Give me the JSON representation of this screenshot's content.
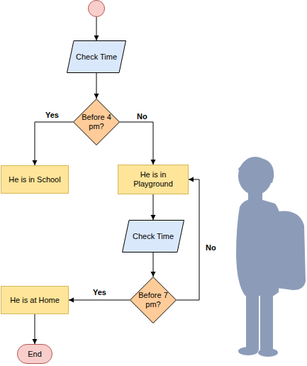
{
  "diagram": {
    "nodes": [
      {
        "text": [
          "Check Time"
        ]
      },
      {
        "text": [
          "Before 4 pm?"
        ]
      },
      {
        "text": [
          "He is in School"
        ]
      },
      {
        "text": [
          "He is in Playground"
        ]
      },
      {
        "text": [
          "Check Time"
        ]
      },
      {
        "text": [
          "Before 7 pm?"
        ]
      },
      {
        "text": [
          "He is at Home"
        ]
      },
      {
        "text": [
          "End"
        ]
      }
    ],
    "edges": [
      {
        "from": 0,
        "to": 1,
        "arrow": "to"
      },
      {
        "from": 1,
        "to": 2,
        "label": "Yes",
        "arrow": "to"
      },
      {
        "from": 1,
        "to": 3,
        "label": "No",
        "arrow": "to"
      },
      {
        "from": 3,
        "to": 4,
        "arrow": "to"
      },
      {
        "from": 4,
        "to": 5,
        "arrow": "to"
      },
      {
        "from": 5,
        "to": 6,
        "label": "Yes",
        "arrow": "to"
      },
      {
        "from": 5,
        "to": 3,
        "label": "No",
        "arrow": "to"
      },
      {
        "from": 6,
        "to": 7,
        "arrow": "to"
      }
    ]
  }
}
